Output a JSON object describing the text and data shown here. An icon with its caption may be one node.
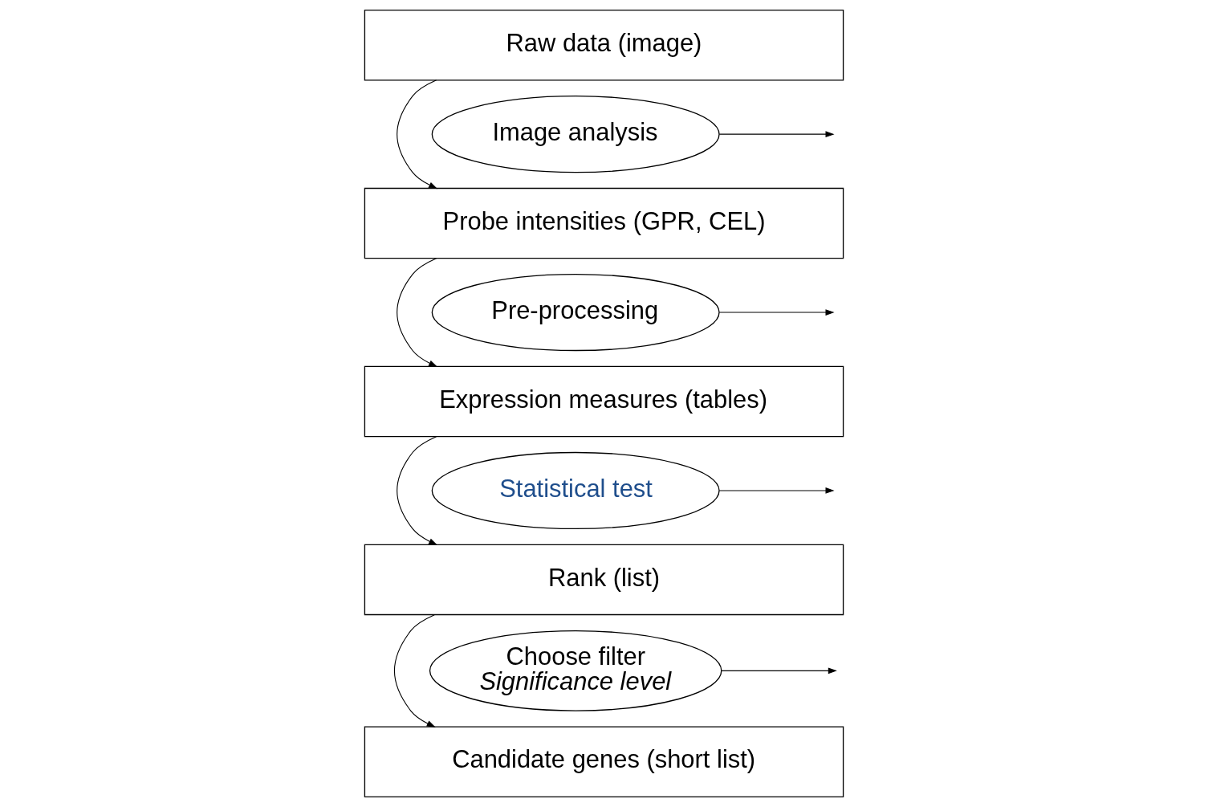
{
  "diagram": {
    "nodes": [
      {
        "text": [
          "Raw data (image)"
        ]
      },
      {
        "text": [
          "Probe intensities (GPR, CEL)"
        ]
      },
      {
        "text": [
          "Expression measures (tables)"
        ]
      },
      {
        "text": [
          "Rank (list)"
        ]
      },
      {
        "text": [
          "Candidate genes (short list)"
        ]
      },
      {
        "text": [
          "Image analysis"
        ]
      },
      {
        "text": [
          "Pre-processing"
        ]
      },
      {
        "text": [
          "Statistical test"
        ]
      },
      {
        "text": [
          "Choose filter",
          "Significance level"
        ]
      }
    ],
    "edges": [
      {
        "from": 0,
        "to": 1,
        "arrow": "to"
      },
      {
        "from": 5,
        "to": null,
        "arrow": "to"
      },
      {
        "from": 1,
        "to": 2,
        "arrow": "to"
      },
      {
        "from": 6,
        "to": null,
        "arrow": "to"
      },
      {
        "from": 2,
        "to": 3,
        "arrow": "to"
      },
      {
        "from": 7,
        "to": null,
        "arrow": "to"
      },
      {
        "from": 3,
        "to": 4,
        "arrow": "to"
      },
      {
        "from": 8,
        "to": null,
        "arrow": "to"
      }
    ]
  }
}
